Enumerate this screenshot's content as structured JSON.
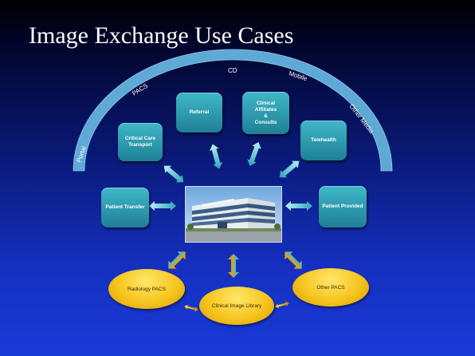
{
  "title": "Image Exchange Use Cases",
  "arc_labels": {
    "portal": "Portal",
    "pacs": "PACS",
    "cd": "CD",
    "mobile": "Mobile",
    "other_media": "Other Media"
  },
  "boxes": {
    "critical_care": "Critical Care Transport",
    "referral": "Referral",
    "clinical_affiliates": [
      "Clinical",
      "Affiliates",
      "&",
      "Consults"
    ],
    "telehealth": "Telehealth",
    "patient_transfer": "Patient Transfer",
    "patient_provided": "Patient Provided"
  },
  "ellipses": {
    "radiology_pacs": "Radiology PACS",
    "clinical_image_library": "Clinical Image Library",
    "other_pacs": "Other PACS"
  },
  "colors": {
    "arc": "#5fa9d6",
    "box": "#2a9ab0",
    "ellipse": "#f6c51f",
    "arrow_teal": "#3fc0d0",
    "arrow_gold": "#e0a020"
  }
}
